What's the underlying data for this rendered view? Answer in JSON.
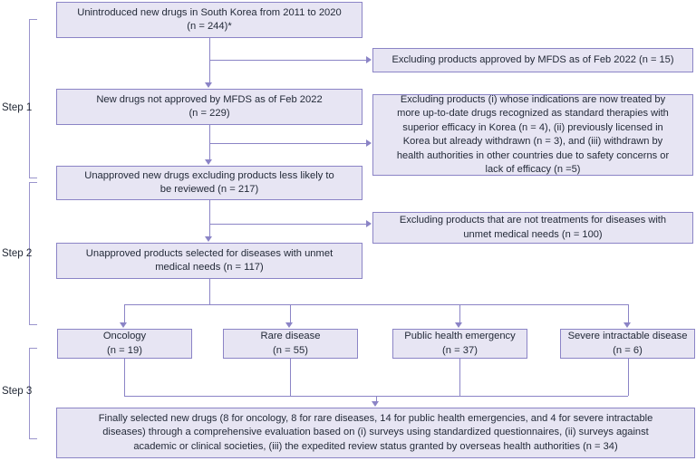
{
  "figure": {
    "type": "flowchart",
    "orientation": "top-down",
    "colors": {
      "node_fill": "#e7e5f3",
      "node_border": "#8b84c6",
      "connector": "#8b84c6",
      "bracket": "#9a94cc",
      "text": "#232a38",
      "background": "#ffffff"
    }
  },
  "steps": [
    {
      "id": "step1",
      "label": "Step 1"
    },
    {
      "id": "step2",
      "label": "Step 2"
    },
    {
      "id": "step3",
      "label": "Step 3"
    }
  ],
  "nodes": {
    "start": {
      "line1": "Unintroduced new drugs in South Korea from 2011 to 2020",
      "line2": "(n = 244)*"
    },
    "not_approved": {
      "line1": "New drugs not approved by MFDS as of Feb 2022",
      "line2": "(n = 229)"
    },
    "less_likely": {
      "line1": "Unapproved new drugs excluding products less likely to",
      "line2": "be reviewed (n = 217)"
    },
    "unmet_needs": {
      "line1": "Unapproved products selected for diseases with unmet",
      "line2": "medical needs (n = 117)"
    },
    "final": {
      "line1": "Finally selected new drugs (8 for oncology, 8 for rare diseases, 14 for public health emergencies, and 4 for severe intractable",
      "line2": "diseases) through a comprehensive evaluation based on (i) surveys using standardized questionnaires, (ii) surveys against",
      "line3": "academic or clinical societies, (iii) the expedited review status granted by overseas health authorities (n = 34)"
    }
  },
  "exclusions": [
    {
      "id": "excl1",
      "lines": [
        "Excluding products approved by MFDS as of Feb 2022 (n = 15)"
      ]
    },
    {
      "id": "excl2",
      "lines": [
        "Excluding products (i) whose indications are now treated by",
        "more up-to-date drugs recognized as standard therapies with",
        "superior efficacy in Korea (n = 4), (ii) previously licensed in",
        "Korea but already withdrawn (n = 3), and (iii) withdrawn by",
        "health authorities in other countries due to safety concerns or",
        "lack of efficacy (n =5)"
      ]
    },
    {
      "id": "excl3",
      "lines": [
        "Excluding products that are not treatments for diseases with",
        "unmet medical needs (n = 100)"
      ]
    }
  ],
  "categories": [
    {
      "id": "oncology",
      "name": "Oncology",
      "count": "(n = 19)"
    },
    {
      "id": "rare",
      "name": "Rare disease",
      "count": "(n = 55)"
    },
    {
      "id": "public_health",
      "name": "Public health emergency",
      "count": "(n = 37)"
    },
    {
      "id": "severe",
      "name": "Severe intractable disease",
      "count": "(n = 6)"
    }
  ]
}
